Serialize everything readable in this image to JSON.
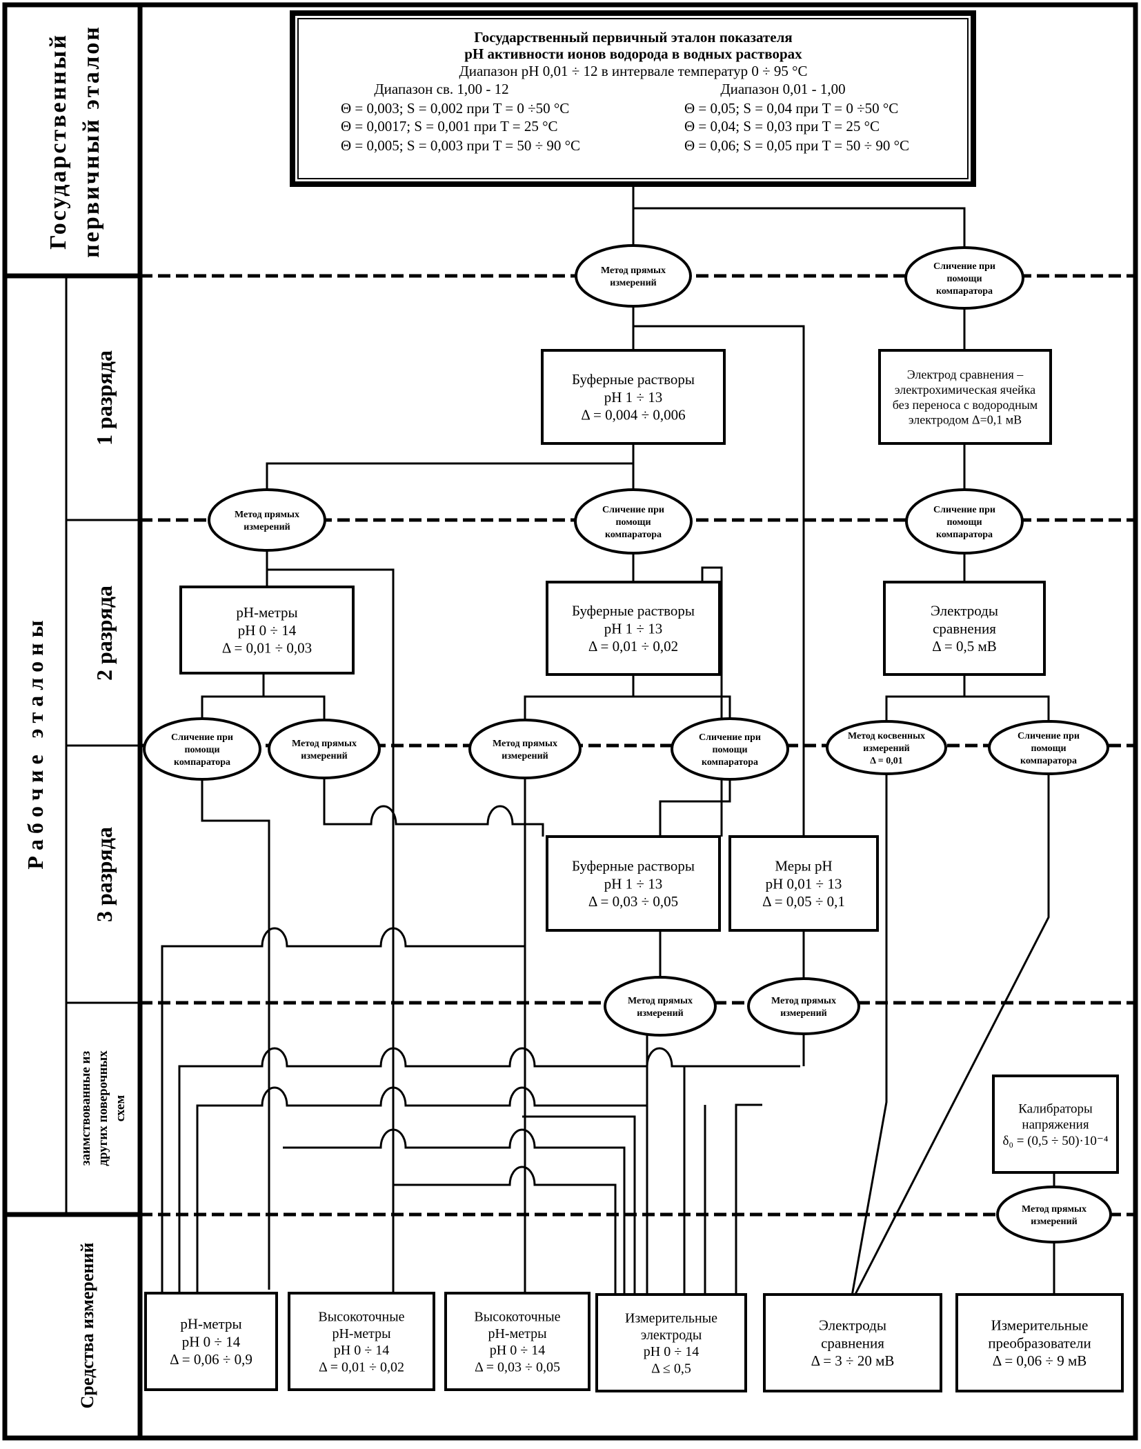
{
  "row_labels": {
    "primary": [
      "Государственный",
      "первичный эталон"
    ],
    "working": "Р а б о ч и е   э т а л о н ы",
    "rank1": "1 разряда",
    "rank2": "2 разряда",
    "rank3": "3 разряда",
    "borrowed": [
      "заимствованные из",
      "других поверочных",
      "схем"
    ],
    "instruments": "Средства измерений"
  },
  "primary_standard": {
    "title_lines": [
      "Государственный первичный эталон показателя",
      "pH активности ионов водорода в водных растворах"
    ],
    "range_line": "Диапазон pH 0,01 ÷ 12 в интервале температур 0  ÷ 95 °C",
    "left": {
      "heading": "Диапазон св. 1,00 - 12",
      "lines": [
        "Θ = 0,003; S = 0,002 при  T = 0 ÷50 °C",
        "Θ = 0,0017; S = 0,001 при T = 25 °C",
        "Θ = 0,005; S = 0,003 при T = 50 ÷ 90 °C"
      ]
    },
    "right": {
      "heading": "Диапазон 0,01 - 1,00",
      "lines": [
        "Θ = 0,05; S = 0,04 при  T = 0 ÷50 °C",
        "Θ = 0,04; S = 0,03 при T = 25 °C",
        "Θ = 0,06; S = 0,05 при T = 50 ÷ 90 °C"
      ]
    }
  },
  "methods": {
    "direct": [
      "Метод прямых",
      "измерений"
    ],
    "comparator": [
      "Сличение при",
      "помощи",
      "компаратора"
    ],
    "indirect": [
      "Метод косвенных",
      "измерений",
      "Δ = 0,01"
    ]
  },
  "rank1": {
    "buffers": [
      "Буферные растворы",
      "pH 1 ÷ 13",
      "Δ = 0,004 ÷ 0,006"
    ],
    "ref_electrode": [
      "Электрод сравнения –",
      "электрохимическая ячейка",
      "без переноса с водородным",
      "электродом Δ=0,1 мВ"
    ]
  },
  "rank2": {
    "ph_meters": [
      "pH-метры",
      "pH 0 ÷ 14",
      "Δ = 0,01 ÷ 0,03"
    ],
    "buffers": [
      "Буферные растворы",
      "pH 1 ÷ 13",
      "Δ = 0,01 ÷ 0,02"
    ],
    "ref_electrodes": [
      "Электроды",
      "сравнения",
      "Δ = 0,5 мВ"
    ]
  },
  "rank3": {
    "buffers": [
      "Буферные растворы",
      "pH 1 ÷ 13",
      "Δ = 0,03 ÷ 0,05"
    ],
    "ph_measures": [
      "Меры pH",
      "pH 0,01 ÷ 13",
      "Δ = 0,05 ÷ 0,1"
    ]
  },
  "borrowed": {
    "calibrators": [
      "Калибраторы",
      "напряжения",
      "δ₀ = (0,5 ÷ 50)·10⁻⁴"
    ]
  },
  "instruments": [
    [
      "pH-метры",
      "pH 0 ÷ 14",
      "Δ = 0,06 ÷ 0,9"
    ],
    [
      "Высокоточные",
      "pH-метры",
      "pH 0 ÷ 14",
      "Δ = 0,01 ÷ 0,02"
    ],
    [
      "Высокоточные",
      "pH-метры",
      "pH 0 ÷ 14",
      "Δ = 0,03 ÷ 0,05"
    ],
    [
      "Измерительные",
      "электроды",
      "pH 0 ÷ 14",
      "Δ ≤ 0,5"
    ],
    [
      "Электроды",
      "сравнения",
      "Δ = 3 ÷ 20 мВ"
    ],
    [
      "Измерительные",
      "преобразователи",
      "Δ = 0,06 ÷ 9 мВ"
    ]
  ]
}
